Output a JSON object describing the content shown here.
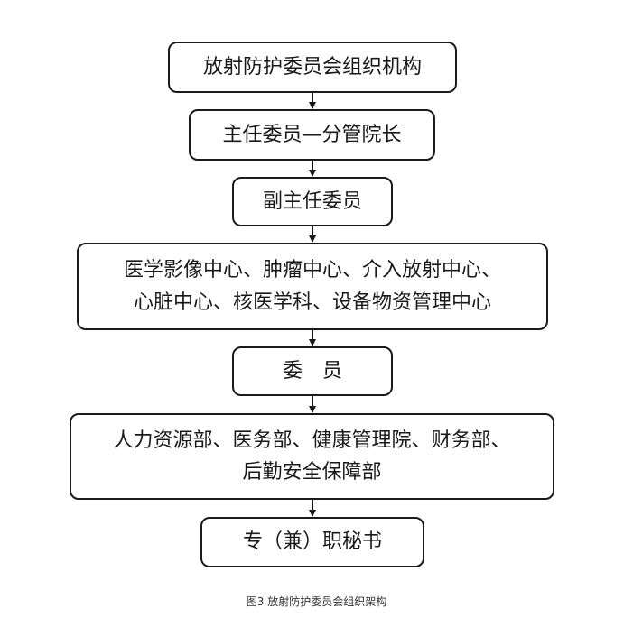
{
  "diagram": {
    "nodes": [
      {
        "id": "committee",
        "lines": [
          "放射防护委员会组织机构"
        ]
      },
      {
        "id": "director",
        "lines": [
          "主任委员—分管院长"
        ]
      },
      {
        "id": "vice-director",
        "lines": [
          "副主任委员"
        ]
      },
      {
        "id": "depts-1",
        "lines": [
          "医学影像中心、肿瘤中心、介入放射中心、",
          "心脏中心、核医学科、设备物资管理中心"
        ]
      },
      {
        "id": "members",
        "lines": [
          "委　员"
        ]
      },
      {
        "id": "depts-2",
        "lines": [
          "人力资源部、医务部、健康管理院、财务部、",
          "后勤安全保障部"
        ]
      },
      {
        "id": "secretary",
        "lines": [
          "专（兼）职秘书"
        ]
      }
    ],
    "edges": [
      [
        "committee",
        "director"
      ],
      [
        "director",
        "vice-director"
      ],
      [
        "vice-director",
        "depts-1"
      ],
      [
        "depts-1",
        "members"
      ],
      [
        "members",
        "depts-2"
      ],
      [
        "depts-2",
        "secretary"
      ]
    ]
  },
  "caption": "图3 放射防护委员会组织架构"
}
